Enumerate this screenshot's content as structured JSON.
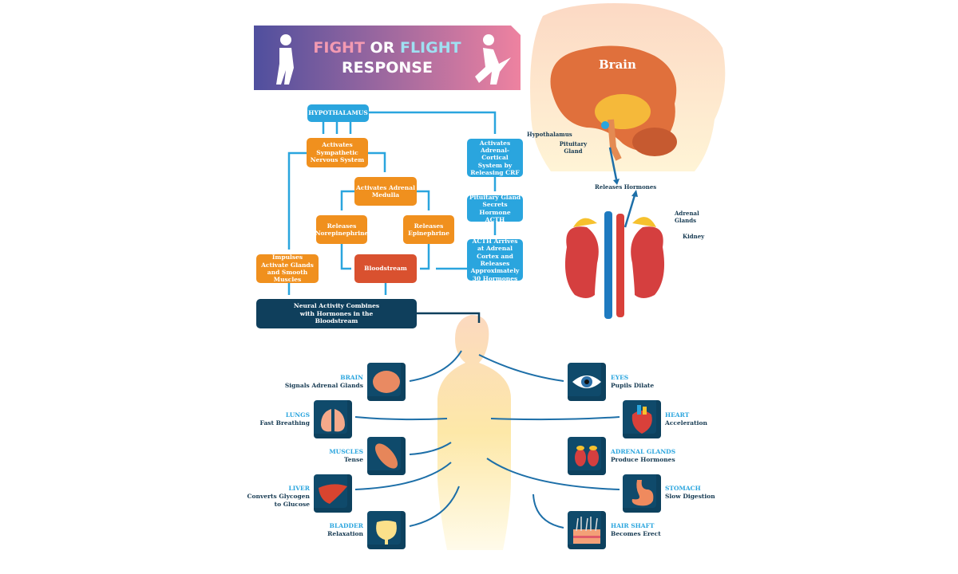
{
  "title": {
    "line1_a": "FIGHT",
    "line1_b": "OR",
    "line1_c": "FLIGHT",
    "line2": "RESPONSE"
  },
  "flow": {
    "hypothalamus": "HYPOTHALAMUS",
    "sympathetic": "Activates Sympathetic Nervous System",
    "medulla": "Activates Adrenal Medulla",
    "norepinephrine": "Releases Norepinephrine",
    "epinephrine": "Releases Epinephrine",
    "impulses": "Impulses Activate Glands and Smooth Muscles",
    "bloodstream": "Bloodstream",
    "cortical": "Activates Adrenal-Cortical System by Releasing CRF",
    "pituitary": "Pituitary Gland Secrets Hormone ACTH",
    "acth": "ACTH Arrives at Adrenal Cortex and Releases Approximately 30 Hormones",
    "combined": "Neural Activity Combines with Hormones in the Bloodstream"
  },
  "anatomy": {
    "brain": "Brain",
    "hypothalamus": "Hypothalamus",
    "pituitary": "Pituitary Gland",
    "releases": "Releases Hormones",
    "adrenal": "Adrenal Glands",
    "kidney": "Kidney"
  },
  "effects": [
    {
      "title": "BRAIN",
      "desc": "Signals Adrenal Glands"
    },
    {
      "title": "LUNGS",
      "desc": "Fast Breathing"
    },
    {
      "title": "MUSCLES",
      "desc": "Tense"
    },
    {
      "title": "LIVER",
      "desc": "Converts Glycogen to Glucose"
    },
    {
      "title": "BLADDER",
      "desc": "Relaxation"
    },
    {
      "title": "EYES",
      "desc": "Pupils Dilate"
    },
    {
      "title": "HEART",
      "desc": "Acceleration"
    },
    {
      "title": "ADRENAL GLANDS",
      "desc": "Produce Hormones"
    },
    {
      "title": "STOMACH",
      "desc": "Slow Digestion"
    },
    {
      "title": "HAIR SHAFT",
      "desc": "Becomes Erect"
    }
  ],
  "colors": {
    "orange": "#f0901e",
    "blue": "#2aa5de",
    "red": "#d9512f",
    "navy": "#0f3f5c"
  }
}
